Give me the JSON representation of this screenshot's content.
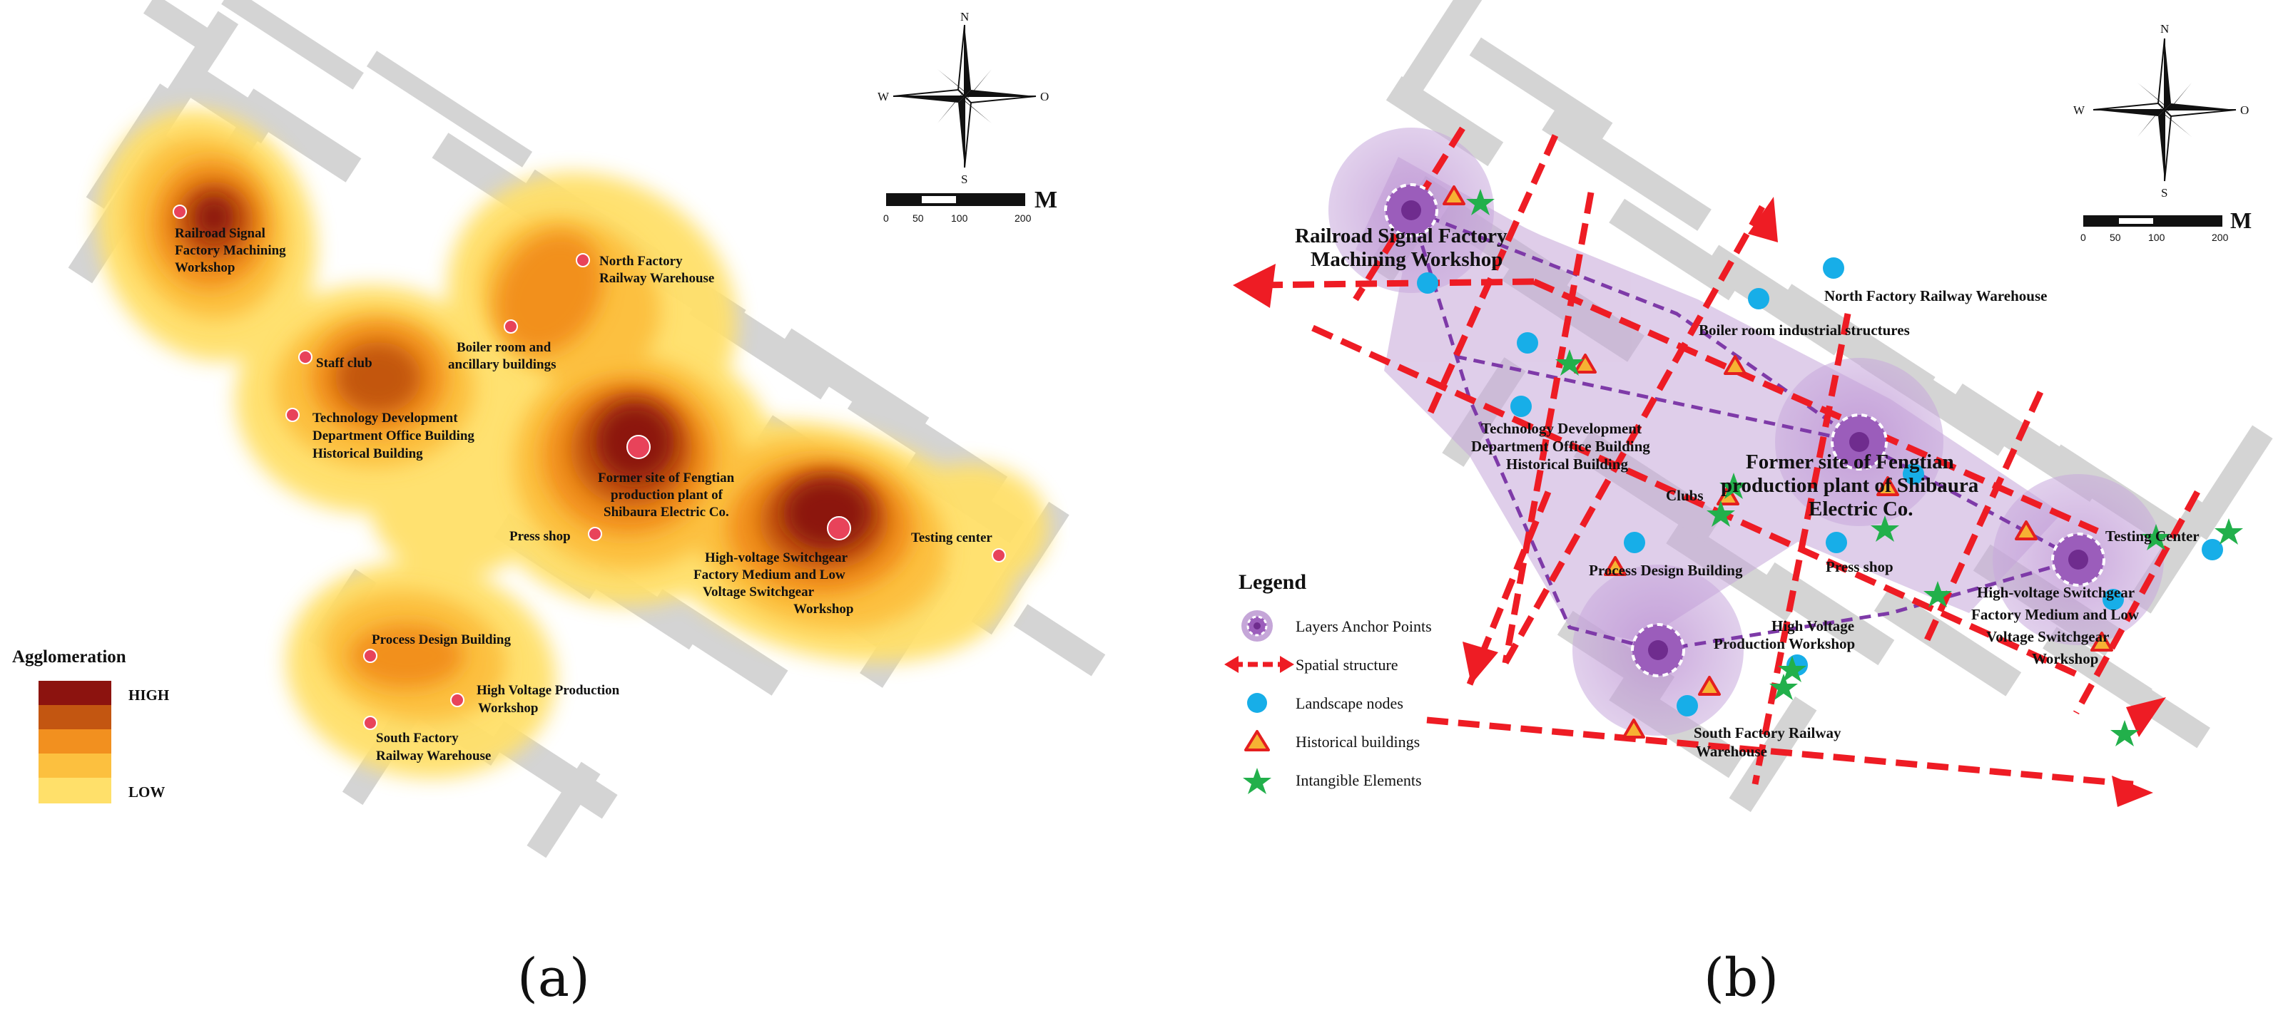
{
  "colors": {
    "building": "#d4d4d4",
    "heat": [
      "#ffe06a",
      "#fcc03f",
      "#f2901f",
      "#c35611",
      "#8c130f"
    ],
    "poi": "#e8435a",
    "spatial": "#ee1c24",
    "axis": "#7e3aa8",
    "zone": "#c5a6d8",
    "anchor": "#8b4ea6",
    "landscape": "#17aee8",
    "historical_fill": "#f6b233",
    "historical_stroke": "#e41f1f",
    "intangible": "#22b04b"
  },
  "panel_a": {
    "caption": "(a)",
    "compass": {
      "n": "N",
      "s": "S",
      "w": "W",
      "e": "O"
    },
    "scale": {
      "unit": "M",
      "ticks": [
        "0",
        "50",
        "100",
        "200"
      ]
    },
    "legend": {
      "title": "Agglomeration",
      "high": "HIGH",
      "low": "LOW"
    },
    "labels": {
      "railroad": [
        "Railroad Signal",
        "Factory Machining",
        "Workshop"
      ],
      "north_factory": [
        "North Factory",
        "Railway Warehouse"
      ],
      "boiler": [
        "Boiler room and",
        "ancillary buildings"
      ],
      "staff_club": "Staff club",
      "tech_dev": [
        "Technology Development",
        "Department Office Building",
        "Historical Building"
      ],
      "fengtian": [
        "Former site of Fengtian",
        "production plant of",
        "Shibaura Electric Co."
      ],
      "press_shop": "Press shop",
      "hv_switchgear": [
        "High-voltage Switchgear",
        "Factory Medium and Low",
        "Voltage Switchgear",
        "Workshop"
      ],
      "testing": "Testing center",
      "process_design": "Process Design Building",
      "hv_production": [
        "High Voltage Production",
        "Workshop"
      ],
      "south_factory": [
        "South Factory",
        "Railway Warehouse"
      ]
    }
  },
  "panel_b": {
    "caption": "(b)",
    "compass": {
      "n": "N",
      "s": "S",
      "w": "W",
      "e": "O"
    },
    "scale": {
      "unit": "M",
      "ticks": [
        "0",
        "50",
        "100",
        "200"
      ]
    },
    "legend": {
      "title": "Legend",
      "items": [
        "Layers Anchor Points",
        "Spatial structure",
        "Landscape nodes",
        "Historical buildings",
        "Intangible Elements"
      ]
    },
    "labels": {
      "railroad": [
        "Railroad Signal Factory",
        "Machining Workshop"
      ],
      "north_factory": "North Factory Railway Warehouse",
      "boiler": "Boiler room industrial structures",
      "tech_dev": [
        "Technology Development",
        "Department Office Building",
        "Historical Building"
      ],
      "fengtian": [
        "Former site of Fengtian",
        "production plant of Shibaura",
        "Electric Co."
      ],
      "clubs": "Clubs",
      "press_shop": "Press shop",
      "testing": "Testing Center",
      "process_design": "Process Design Building",
      "hv_production": [
        "High Voltage",
        "Production Workshop"
      ],
      "hv_switchgear": [
        "High-voltage Switchgear",
        "Factory Medium and Low",
        "Voltage Switchgear",
        "Workshop"
      ],
      "south_factory": [
        "South Factory Railway",
        "Warehouse"
      ]
    }
  }
}
